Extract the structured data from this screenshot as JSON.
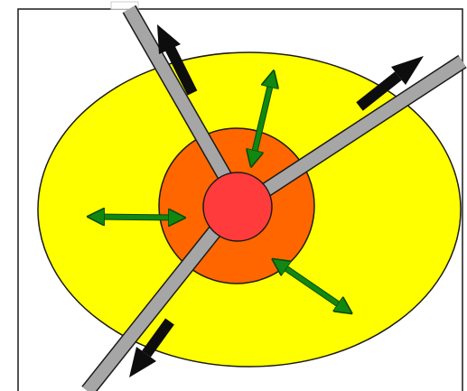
{
  "colors": {
    "background": "#ffffff",
    "frame": "#1a1a1a",
    "outer_region": "#ffff00",
    "middle_region": "#ff6600",
    "core": "#ff3b3b",
    "spoke": "#a6a6a6",
    "outward_arrow": "#0d0d0d",
    "double_arrow": "#118811"
  },
  "diagram": {
    "regions": [
      "outer-region",
      "middle-region",
      "core"
    ],
    "spokes": [
      "upper-left",
      "upper-right",
      "lower-left"
    ],
    "outward_arrows": [
      "upper-left",
      "upper-right",
      "lower-left"
    ],
    "double_arrows": [
      "upper",
      "left",
      "lower-right"
    ]
  }
}
